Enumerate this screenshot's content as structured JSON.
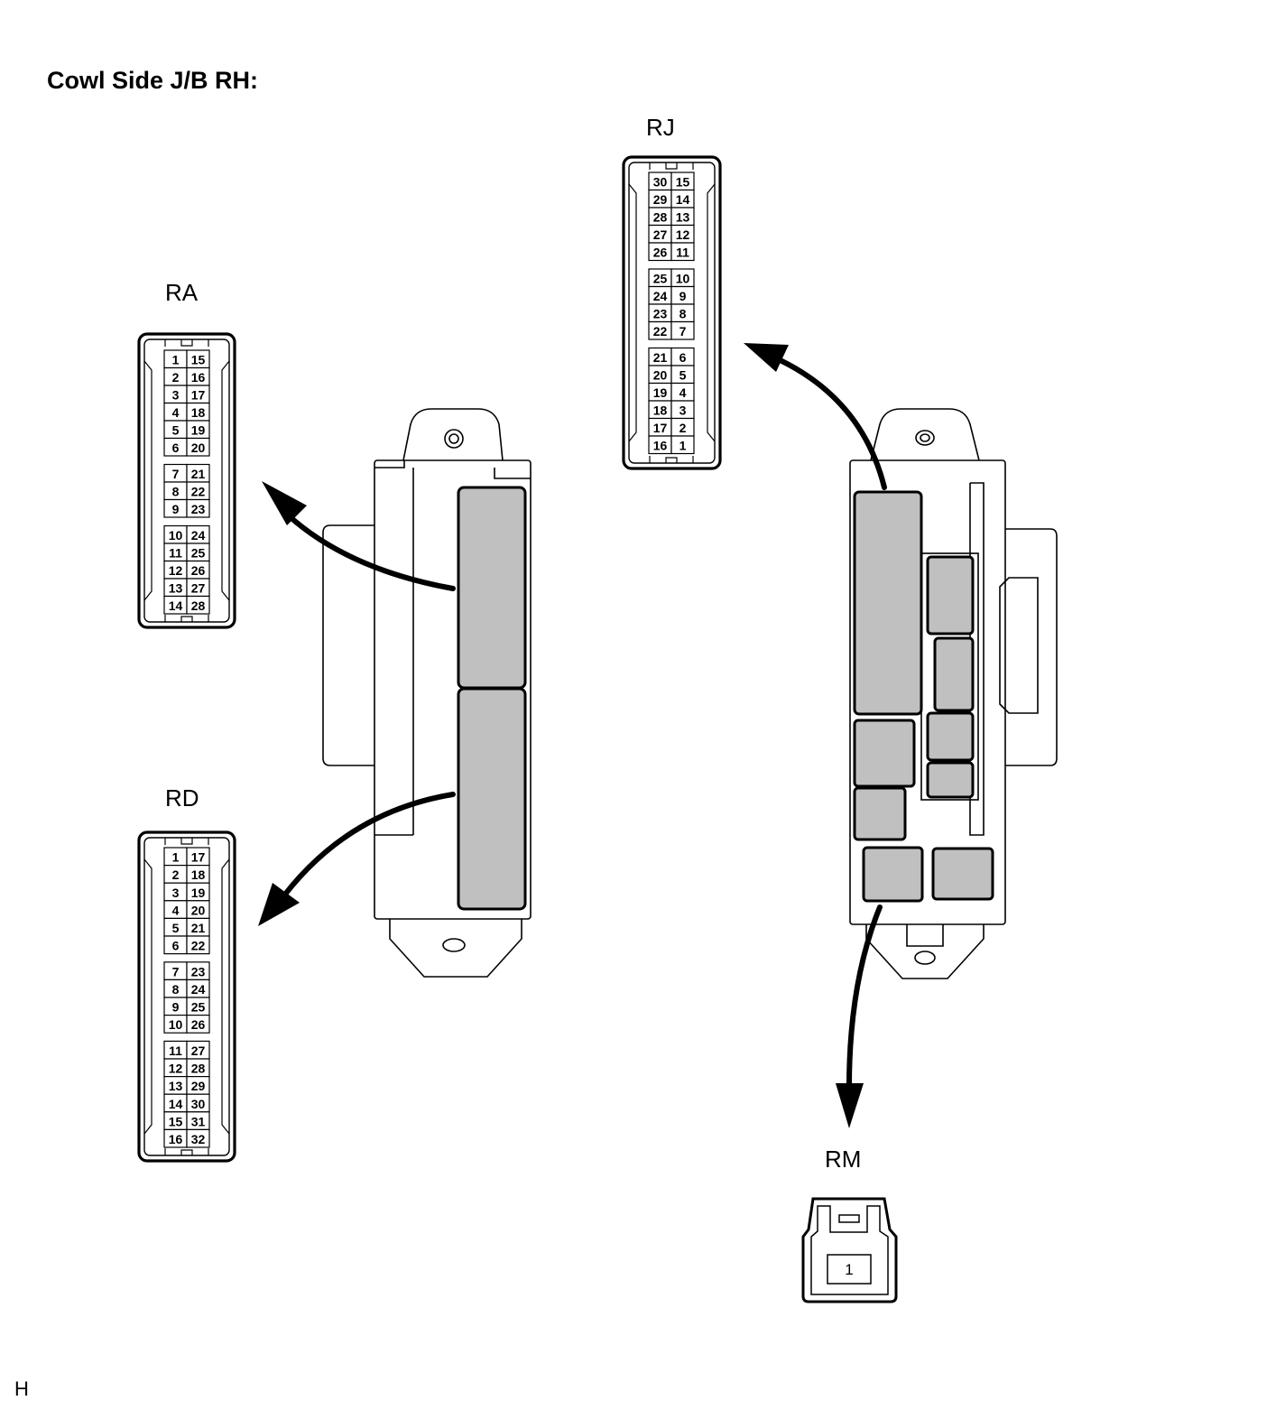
{
  "title": "Cowl Side J/B RH:",
  "footer_code": "H",
  "fuse_fill": "#c0c0c0",
  "connectors": {
    "RA": {
      "label": "RA",
      "groups": [
        [
          [
            "1",
            "15"
          ],
          [
            "2",
            "16"
          ],
          [
            "3",
            "17"
          ],
          [
            "4",
            "18"
          ],
          [
            "5",
            "19"
          ],
          [
            "6",
            "20"
          ]
        ],
        [
          [
            "7",
            "21"
          ],
          [
            "8",
            "22"
          ],
          [
            "9",
            "23"
          ]
        ],
        [
          [
            "10",
            "24"
          ],
          [
            "11",
            "25"
          ],
          [
            "12",
            "26"
          ],
          [
            "13",
            "27"
          ],
          [
            "14",
            "28"
          ]
        ]
      ]
    },
    "RD": {
      "label": "RD",
      "groups": [
        [
          [
            "1",
            "17"
          ],
          [
            "2",
            "18"
          ],
          [
            "3",
            "19"
          ],
          [
            "4",
            "20"
          ],
          [
            "5",
            "21"
          ],
          [
            "6",
            "22"
          ]
        ],
        [
          [
            "7",
            "23"
          ],
          [
            "8",
            "24"
          ],
          [
            "9",
            "25"
          ],
          [
            "10",
            "26"
          ]
        ],
        [
          [
            "11",
            "27"
          ],
          [
            "12",
            "28"
          ],
          [
            "13",
            "29"
          ],
          [
            "14",
            "30"
          ],
          [
            "15",
            "31"
          ],
          [
            "16",
            "32"
          ]
        ]
      ]
    },
    "RJ": {
      "label": "RJ",
      "groups": [
        [
          [
            "30",
            "15"
          ],
          [
            "29",
            "14"
          ],
          [
            "28",
            "13"
          ],
          [
            "27",
            "12"
          ],
          [
            "26",
            "11"
          ]
        ],
        [
          [
            "25",
            "10"
          ],
          [
            "24",
            "9"
          ],
          [
            "23",
            "8"
          ],
          [
            "22",
            "7"
          ]
        ],
        [
          [
            "21",
            "6"
          ],
          [
            "20",
            "5"
          ],
          [
            "19",
            "4"
          ],
          [
            "18",
            "3"
          ],
          [
            "17",
            "2"
          ],
          [
            "16",
            "1"
          ]
        ]
      ]
    },
    "RM": {
      "label": "RM",
      "pin": "1"
    }
  }
}
